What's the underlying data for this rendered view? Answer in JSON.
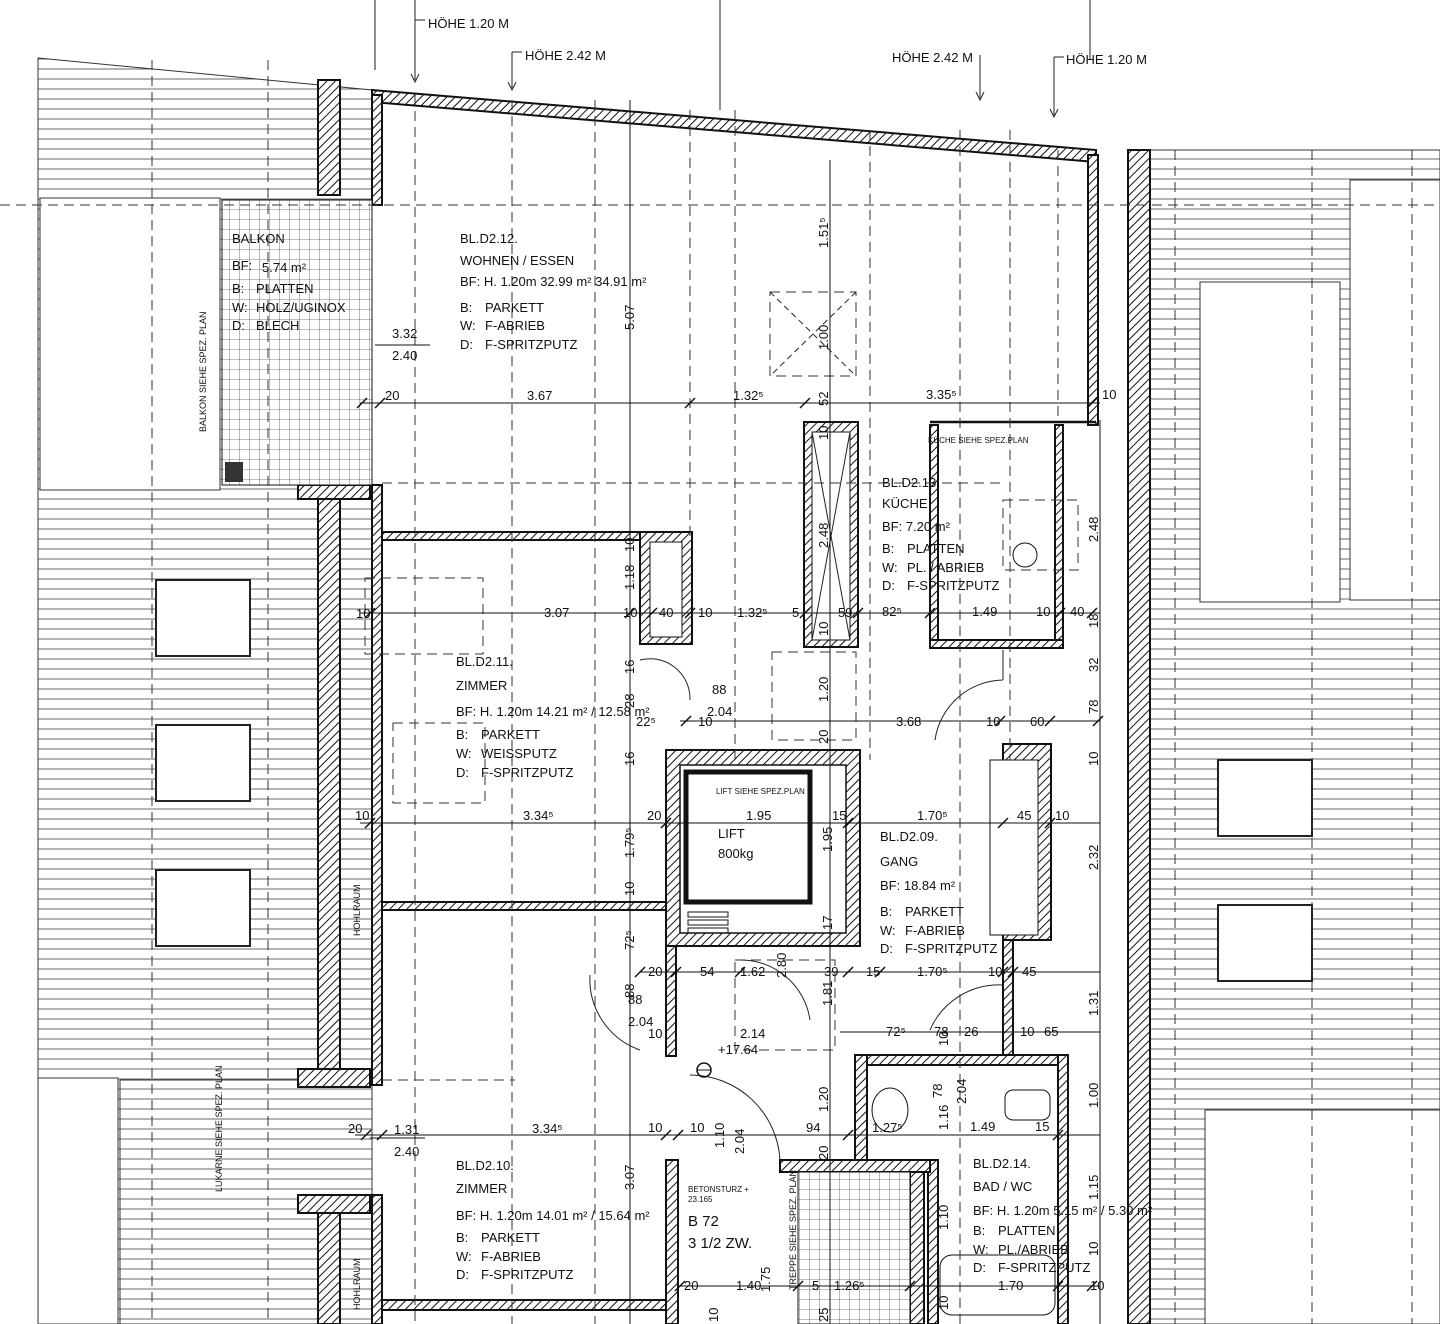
{
  "heights": [
    {
      "id": "h1",
      "text": "HÖHE 1.20 M"
    },
    {
      "id": "h2",
      "text": "HÖHE 2.42 M"
    },
    {
      "id": "h3",
      "text": "HÖHE 2.42 M"
    },
    {
      "id": "h4",
      "text": "HÖHE 1.20 M"
    }
  ],
  "rooms": {
    "balkon": {
      "name": "BALKON",
      "bf": "BF:",
      "area": "5.74 m²",
      "b": "B:",
      "b_val": "PLATTEN",
      "w": "W:",
      "w_val": "HOLZ/UGINOX",
      "d": "D:",
      "d_val": "BLECH"
    },
    "wohnen": {
      "id": "BL.D2.12.",
      "name": "WOHNEN / ESSEN",
      "bf": "BF: H. 1.20m  32.99 m²  34.91 m²",
      "b": "B:",
      "b_val": "PARKETT",
      "w": "W:",
      "w_val": "F-ABRIEB",
      "d": "D:",
      "d_val": "F-SPRITZPUTZ"
    },
    "kueche": {
      "id": "BL.D2.13.",
      "name": "KÜCHE",
      "bf": "BF: 7.20 m²",
      "b": "B:",
      "b_val": "PLATTEN",
      "w": "W:",
      "w_val": "PL. / ABRIEB",
      "d": "D:",
      "d_val": "F-SPRITZPUTZ",
      "note": "KÜCHE SIEHE SPEZ.PLAN"
    },
    "zimmer11": {
      "id": "BL.D2.11.",
      "name": "ZIMMER",
      "bf": "BF: H. 1.20m 14.21 m² / 12.58 m²",
      "b": "B:",
      "b_val": "PARKETT",
      "w": "W:",
      "w_val": "WEISSPUTZ",
      "d": "D:",
      "d_val": "F-SPRITZPUTZ"
    },
    "lift": {
      "note": "LIFT SIEHE SPEZ.PLAN",
      "name": "LIFT",
      "load": "800kg"
    },
    "gang": {
      "id": "BL.D2.09.",
      "name": "GANG",
      "bf": "BF: 18.84 m²",
      "b": "B:",
      "b_val": "PARKETT",
      "w": "W:",
      "w_val": "F-ABRIEB",
      "d": "D:",
      "d_val": "F-SPRITZPUTZ"
    },
    "zimmer10": {
      "id": "BL.D2.10.",
      "name": "ZIMMER",
      "bf": "BF: H. 1.20m 14.01 m² / 15.64 m²",
      "b": "B:",
      "b_val": "PARKETT",
      "w": "W:",
      "w_val": "F-ABRIEB",
      "d": "D:",
      "d_val": "F-SPRITZPUTZ"
    },
    "bad": {
      "id": "BL.D2.14.",
      "name": "BAD / WC",
      "bf": "BF: H. 1.20m  5.15 m² / 5.30 m²",
      "b": "B:",
      "b_val": "PLATTEN",
      "w": "W:",
      "w_val": "PL./ABRIEB",
      "d": "D:",
      "d_val": "F-SPRITZPUTZ"
    }
  },
  "unit": {
    "code": "B 72",
    "size": "3 1/2 ZW.",
    "beton": "BETONSTURZ +",
    "beton_val": "23.165",
    "level": "+17.64"
  },
  "vertical_notes": {
    "balkon_plan": "BALKON SIEHE SPEZ. PLAN",
    "hohlraum1": "HOHLRAUM",
    "lukarne": "LUKARNE SIEHE SPEZ. PLAN",
    "hohlraum2": "HOHLRAUM",
    "treppe": "TREPPE SIEHE SPEZ. PLAN"
  },
  "dims": {
    "d_332": "3.32",
    "d_240a": "2.40",
    "d_20a": "20",
    "d_367": "3.67",
    "d_1325a": "1.32⁵",
    "d_3355": "3.35⁵",
    "d_10a": "10",
    "d_1515": "1.51⁵",
    "d_100a": "1.00",
    "d_507": "5.07",
    "d_52": "52",
    "d_10b": "10",
    "d_248a": "2.48",
    "d_248b": "2.48",
    "d_10c": "10",
    "d_307": "3.07",
    "d_10d": "10",
    "d_40a": "40",
    "d_10e": "10",
    "d_1325b": "1.32⁵",
    "d_5": "5",
    "d_59": "59",
    "d_825": "82⁵",
    "d_149a": "1.49",
    "d_10f": "10",
    "d_40b": "40",
    "d_118": "1.18",
    "d_10g": "10",
    "d_10h": "10",
    "d_18": "18",
    "d_16a": "16",
    "d_28": "28",
    "d_88a": "88",
    "d_204a": "2.04",
    "d_225": "22⁵",
    "d_10i": "10",
    "d_120a": "1.20",
    "d_368": "3.68",
    "d_10j": "10",
    "d_60": "60",
    "d_32": "32",
    "d_78a": "78",
    "d_16b": "16",
    "d_20b": "20",
    "d_10k": "10",
    "d_10l": "10",
    "d_3345a": "3.34⁵",
    "d_20c": "20",
    "d_195a": "1.95",
    "d_15": "15",
    "d_1705a": "1.70⁵",
    "d_45a": "45",
    "d_10m": "10",
    "d_1795": "1.79⁵",
    "d_195b": "1.95",
    "d_232": "2.32",
    "d_10n": "10",
    "d_725a": "72⁵",
    "d_17": "17",
    "d_20d": "20",
    "d_54": "54",
    "d_162": "1.62",
    "d_39": "39",
    "d_15b": "15",
    "d_1705b": "1.70⁵",
    "d_10o": "10",
    "d_45b": "45",
    "d_88b": "88",
    "d_88c": "88",
    "d_280": "2.80",
    "d_181": "1.81",
    "d_131": "1.31",
    "d_204b": "2.04",
    "d_10p": "10",
    "d_214": "2.14",
    "d_725b": "72⁵",
    "d_78b": "78",
    "d_26": "26",
    "d_10q": "10",
    "d_65": "65",
    "d_10r": "10",
    "d_204c": "2.04",
    "d_116": "1.16",
    "d_78c": "78",
    "d_100b": "1.00",
    "d_20e": "20",
    "d_131b": "1.31",
    "d_240b": "2.40",
    "d_3345b": "3.34⁵",
    "d_10s": "10",
    "d_10t": "10",
    "d_110a": "1.10",
    "d_94": "94",
    "d_1275": "1.27⁵",
    "d_149b": "1.49",
    "d_15c": "15",
    "d_120b": "1.20",
    "d_110b": "1.10",
    "d_204d": "2.04",
    "d_20f": "20",
    "d_307b": "3.07",
    "d_115": "1.15",
    "d_10u": "10",
    "d_20g": "20",
    "d_140": "1.40",
    "d_5b": "5",
    "d_1265": "1.26⁵",
    "d_170": "1.70",
    "d_10v": "10",
    "d_175": "1.75",
    "d_25": "25",
    "d_10w": "10",
    "d_10x": "10"
  }
}
